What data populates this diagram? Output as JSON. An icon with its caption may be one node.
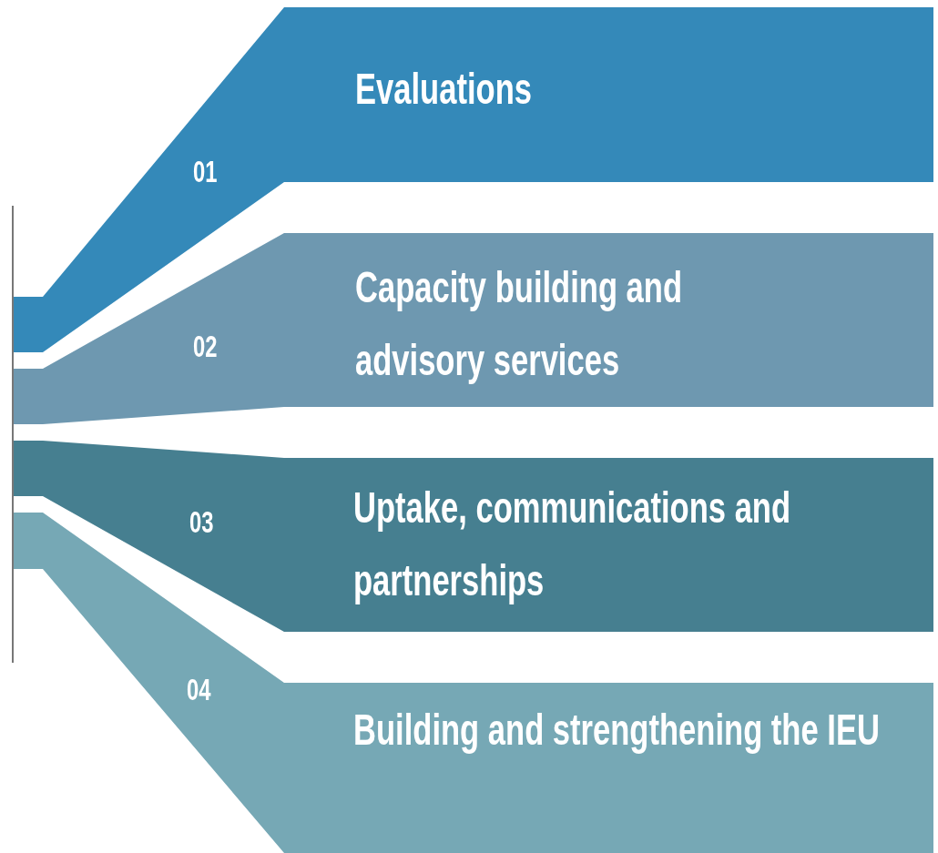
{
  "diagram": {
    "nodes": [
      {
        "text": [
          "01",
          "Evaluations"
        ]
      },
      {
        "text": [
          "02",
          "Capacity building and advisory services"
        ]
      },
      {
        "text": [
          "03",
          "Uptake, communications and partnerships"
        ]
      },
      {
        "text": [
          "04",
          "Building and strengthening the IEU"
        ]
      }
    ]
  }
}
